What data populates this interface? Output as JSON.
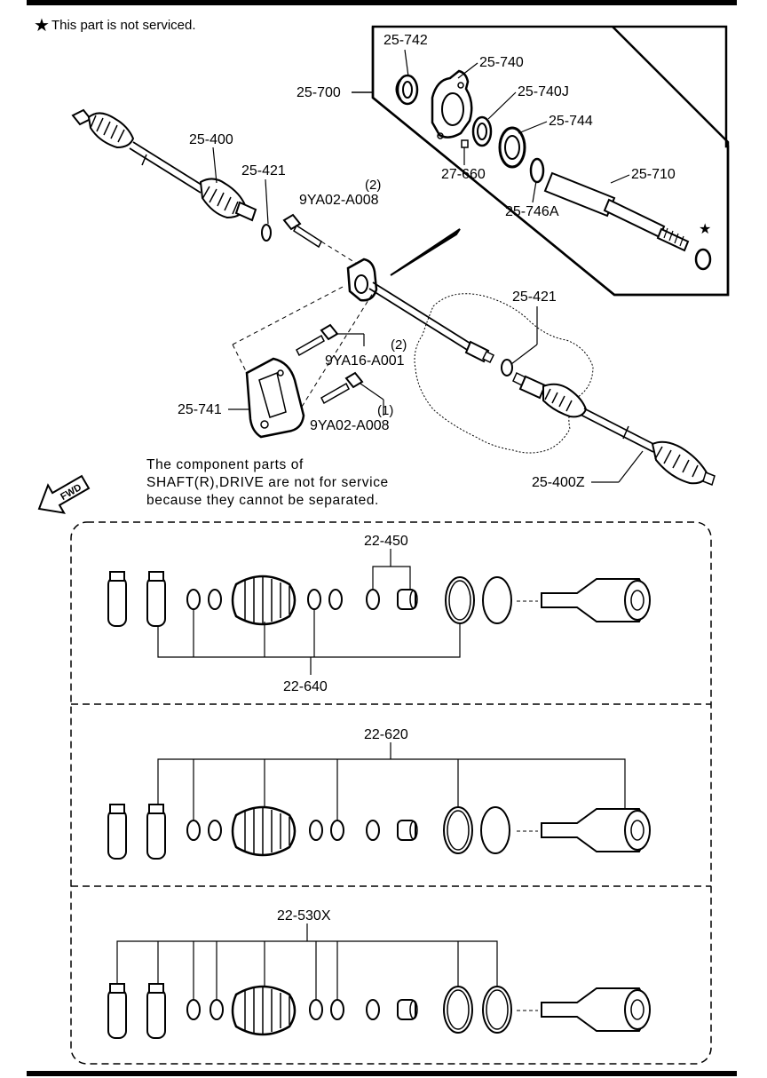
{
  "note": {
    "star": "★",
    "text": "This part is not serviced."
  },
  "labels": {
    "p25_742": "25-742",
    "p25_740": "25-740",
    "p25_740j": "25-740J",
    "p25_744": "25-744",
    "p25_700": "25-700",
    "p27_660": "27-660",
    "p25_710": "25-710",
    "p25_746a": "25-746A",
    "star_mark": "★",
    "p25_400": "25-400",
    "p25_421_a": "25-421",
    "bolt_qty_a": "(2)",
    "bolt_a": "9YA02-A008",
    "p25_421_b": "25-421",
    "bolt_qty_b": "(2)",
    "bolt_b": "9YA16-A001",
    "p25_741": "25-741",
    "bolt_qty_c": "(1)",
    "bolt_c": "9YA02-A008",
    "p25_400z": "25-400Z",
    "fwd": "FWD",
    "p22_450": "22-450",
    "p22_640": "22-640",
    "p22_620": "22-620",
    "p22_530x": "22-530X"
  },
  "service_note": {
    "line1": "The component parts of",
    "line2": "SHAFT(R),DRIVE are not for service",
    "line3": "because they cannot be separated."
  }
}
